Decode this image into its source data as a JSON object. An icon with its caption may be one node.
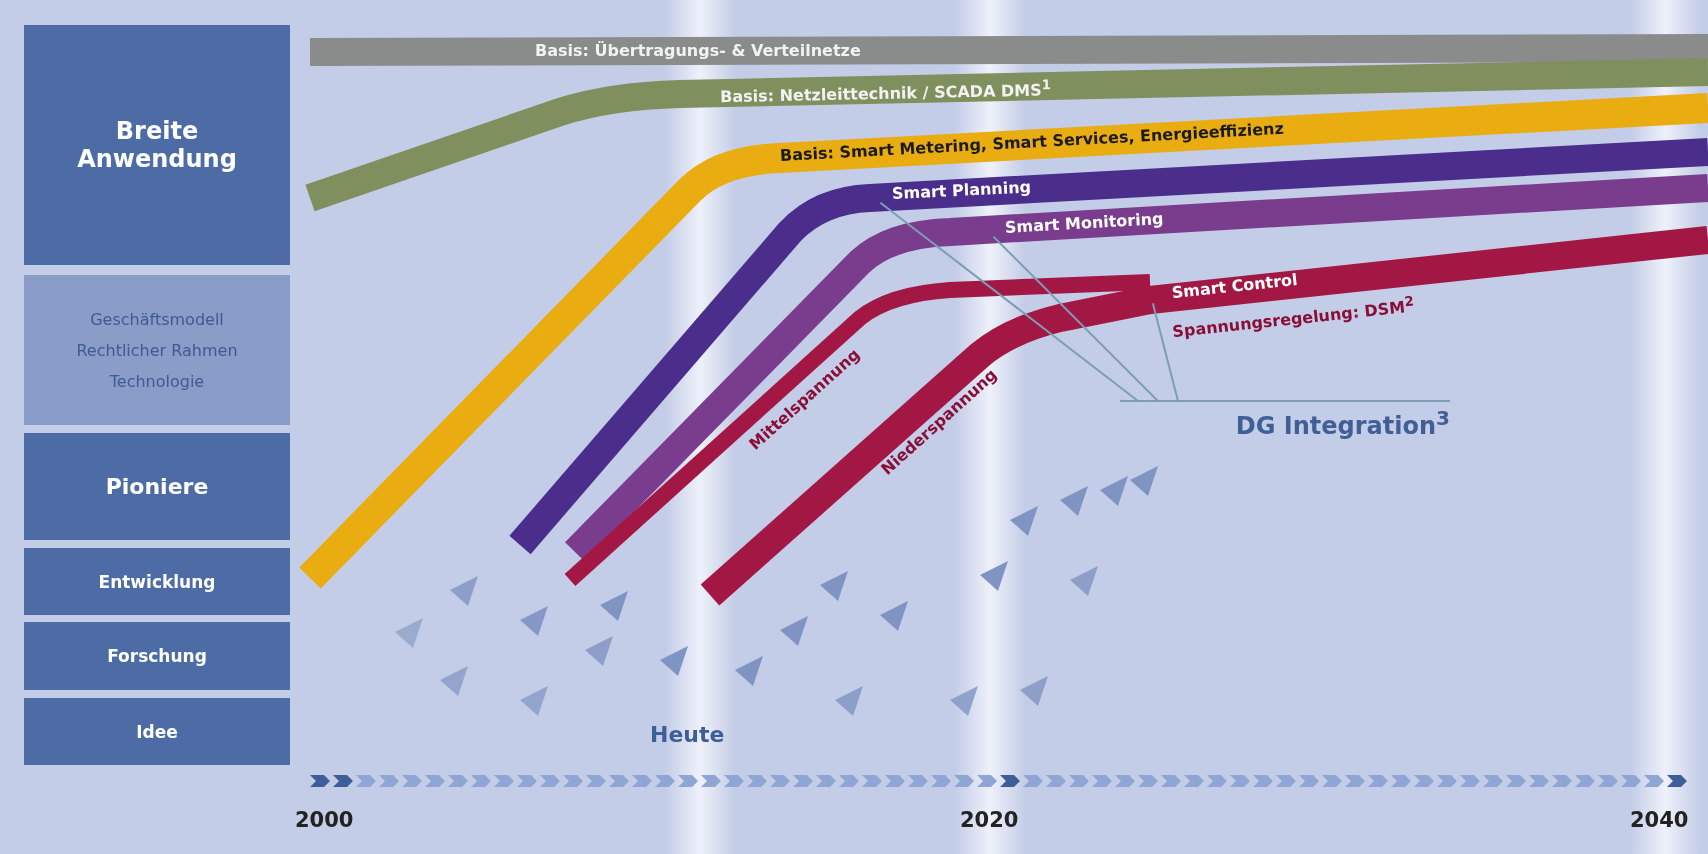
{
  "diagram": {
    "nodes": [
      {
        "text": [
          "Breite Anwendung"
        ]
      },
      {
        "text": [
          "Geschäftsmodell",
          "Rechtlicher Rahmen",
          "Technologie"
        ]
      },
      {
        "text": [
          "Pioniere"
        ]
      },
      {
        "text": [
          "Entwicklung"
        ]
      },
      {
        "text": [
          "Forschung"
        ]
      },
      {
        "text": [
          "Idee"
        ]
      },
      {
        "text": [
          "Basis: Übertragungs- & Verteilnetze"
        ]
      },
      {
        "text": [
          "Basis: Netzleittechnik / SCADA DMS$^{1}$"
        ]
      },
      {
        "text": [
          "Basis: Smart Metering, Smart Services, Energieeffizienz"
        ]
      },
      {
        "text": [
          "Smart Planning"
        ]
      },
      {
        "text": [
          "Smart Monitoring"
        ]
      },
      {
        "text": [
          "Mittelspannung"
        ]
      },
      {
        "text": [
          "Niederspannung"
        ]
      },
      {
        "text": [
          "Smart Control"
        ],
        "beside": [
          "Spannungsregelung: DSM$^{2}$"
        ]
      },
      {
        "text": [
          "DG Integration$^{3}$"
        ]
      }
    ],
    "edges": [
      {
        "from": 14,
        "to": 9,
        "arrow": "none"
      },
      {
        "from": 14,
        "to": 10,
        "arrow": "none"
      },
      {
        "from": 14,
        "to": 13,
        "arrow": "none"
      }
    ],
    "labels": [
      "Heute",
      "2000",
      "2020",
      "2040"
    ]
  }
}
